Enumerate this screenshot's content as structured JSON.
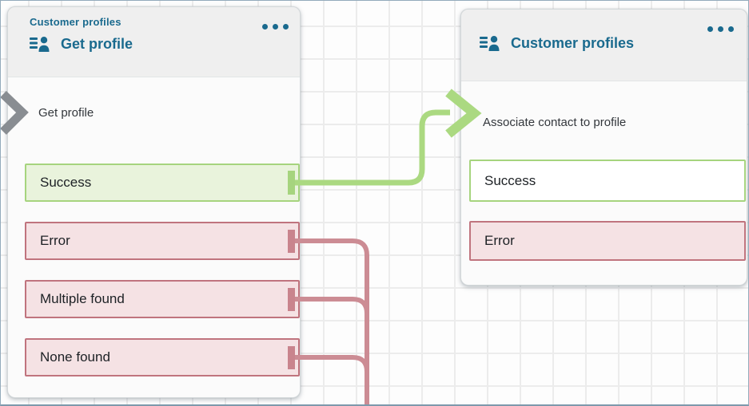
{
  "app_context": "contact-flow-editor-canvas",
  "colors": {
    "accent_teal": "#1a6a8e",
    "success_connector_green": "#abd981",
    "success_fill": "#e9f3dc",
    "success_border": "#a6d47e",
    "error_fill": "#f5e2e4",
    "error_border": "#c0747e",
    "error_connector": "#cc8c94",
    "entry_arrow_gray": "#898d92",
    "header_gray": "#efefef"
  },
  "blocks": [
    {
      "category": "Customer profiles",
      "title": "Get profile",
      "action": "Get profile",
      "branches": [
        {
          "label": "Success",
          "type": "success"
        },
        {
          "label": "Error",
          "type": "error"
        },
        {
          "label": "Multiple found",
          "type": "error"
        },
        {
          "label": "None found",
          "type": "error"
        }
      ]
    },
    {
      "title": "Customer profiles",
      "action": "Associate contact to profile",
      "branches": [
        {
          "label": "Success",
          "type": "success"
        },
        {
          "label": "Error",
          "type": "error"
        }
      ]
    }
  ],
  "connections": [
    {
      "from": "Get profile / Success",
      "to": "Customer profiles / Associate contact to profile",
      "status": "success"
    },
    {
      "from": "Get profile / Error",
      "to": "off-canvas below",
      "status": "error"
    },
    {
      "from": "Get profile / Multiple found",
      "to": "off-canvas below",
      "status": "error"
    },
    {
      "from": "Get profile / None found",
      "to": "off-canvas below",
      "status": "error"
    }
  ]
}
